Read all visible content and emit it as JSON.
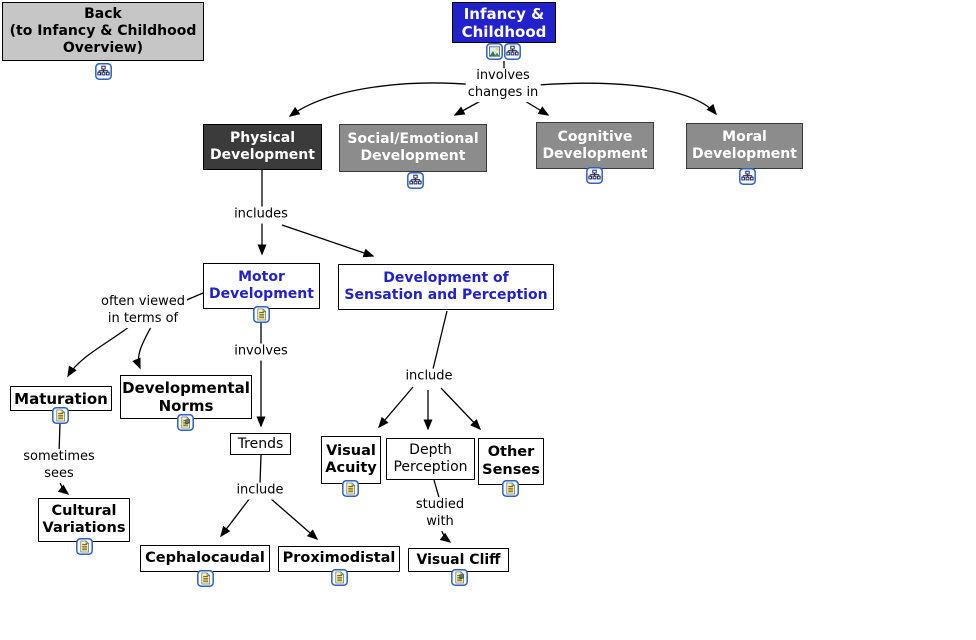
{
  "diagram": {
    "nodes": {
      "back": {
        "label": "Back\n(to Infancy & Childhood\nOverview)",
        "icons": [
          "concept-map"
        ]
      },
      "infancy_childhood": {
        "label": "Infancy &\nChildhood",
        "icons": [
          "picture",
          "concept-map"
        ]
      },
      "physical_development": {
        "label": "Physical\nDevelopment",
        "icons": []
      },
      "social_emotional_development": {
        "label": "Social/Emotional\nDevelopment",
        "icons": [
          "concept-map"
        ]
      },
      "cognitive_development": {
        "label": "Cognitive\nDevelopment",
        "icons": [
          "concept-map"
        ]
      },
      "moral_development": {
        "label": "Moral\nDevelopment",
        "icons": [
          "concept-map"
        ]
      },
      "motor_development": {
        "label": "Motor\nDevelopment",
        "icons": [
          "document"
        ]
      },
      "sensation_perception": {
        "label": "Development of\nSensation and Perception",
        "icons": []
      },
      "maturation": {
        "label": "Maturation",
        "icons": [
          "document"
        ]
      },
      "developmental_norms": {
        "label": "Developmental\nNorms",
        "icons": [
          "document-picture"
        ]
      },
      "trends": {
        "label": "Trends",
        "icons": []
      },
      "cultural_variations": {
        "label": "Cultural\nVariations",
        "icons": [
          "document"
        ]
      },
      "cephalocaudal": {
        "label": "Cephalocaudal",
        "icons": [
          "document"
        ]
      },
      "proximodistal": {
        "label": "Proximodistal",
        "icons": [
          "document"
        ]
      },
      "visual_acuity": {
        "label": "Visual\nAcuity",
        "icons": [
          "document"
        ]
      },
      "depth_perception": {
        "label": "Depth\nPerception",
        "icons": []
      },
      "other_senses": {
        "label": "Other\nSenses",
        "icons": [
          "document"
        ]
      },
      "visual_cliff": {
        "label": "Visual Cliff",
        "icons": [
          "document-picture"
        ]
      }
    },
    "link_labels": {
      "involves_changes_in": "involves\nchanges in",
      "includes": "includes",
      "often_viewed_in_terms_of": "often viewed\nin terms of",
      "involves": "involves",
      "sometimes_sees": "sometimes\nsees",
      "include_trends": "include",
      "include_senses": "include",
      "studied_with": "studied\nwith"
    },
    "colors": {
      "infancy_box": "#2222cc",
      "physical_box": "#3b3b3b",
      "category_box": "#8c8c8c",
      "back_box": "#c6c6c6",
      "blue_node_text": "#2222cc",
      "icon_border": "#2e62c9",
      "wire": "#000000"
    }
  }
}
